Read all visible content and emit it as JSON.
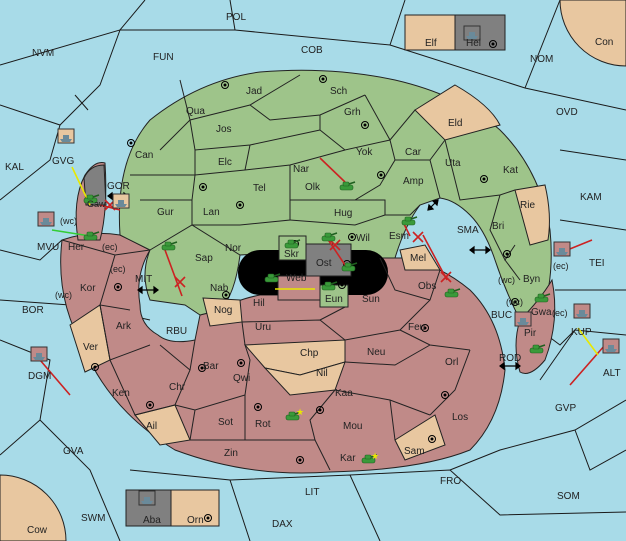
{
  "colors": {
    "sea": "#a8dbe8",
    "land_green": "#9ec48a",
    "land_red": "#c08a88",
    "land_tan": "#e8c7a0",
    "dark": "#000000",
    "gray": "#808080",
    "arrow_red": "#cc2222",
    "arrow_yellow": "#e8e800",
    "arrow_green": "#33cc33",
    "unit_green": "#3a9a3a",
    "fleet_gray": "#6a8a9a"
  },
  "sea_labels": {
    "pol": "POL",
    "fun": "FUN",
    "cob": "COB",
    "nvm": "NVM",
    "nom": "NOM",
    "ovd": "OVD",
    "kal": "KAL",
    "gor": "GOR",
    "kam": "KAM",
    "sma": "SMA",
    "tei": "TEI",
    "mvu": "MVU",
    "mit": "MIT",
    "bor": "BOR",
    "rbu": "RBU",
    "buc": "BUC",
    "kup": "KUP",
    "rod": "ROD",
    "alt": "ALT",
    "gvp": "GVP",
    "dgm": "DGM",
    "gva": "GVA",
    "fro": "FRO",
    "som": "SOM",
    "lit": "LIT",
    "swm": "SWM",
    "dax": "DAX"
  },
  "corner_labels": {
    "con": "Con",
    "cow": "Cow"
  },
  "island_labels": {
    "elf": "Elf",
    "hel": "Hel",
    "aba": "Aba",
    "orn": "Orn"
  },
  "green_labels": {
    "jad": "Jad",
    "sch": "Sch",
    "qua": "Qua",
    "jos": "Jos",
    "grh": "Grh",
    "can": "Can",
    "yok": "Yok",
    "car": "Car",
    "elc": "Elc",
    "nar": "Nar",
    "uta": "Uta",
    "kat": "Kat",
    "olk": "Olk",
    "amp": "Amp",
    "tel": "Tel",
    "gur": "Gur",
    "lan": "Lan",
    "hug": "Hug",
    "bri": "Bri",
    "wil": "Wil",
    "esm": "Esm",
    "nor": "Nor",
    "sap": "Sap",
    "skr": "Skr",
    "ost": "Ost",
    "byn": "Byn",
    "gwa": "Gwa",
    "gaw": "Gaw",
    "gvg": "GVG"
  },
  "tan_labels": {
    "eld": "Eld",
    "rie": "Rie",
    "mel": "Mel",
    "nog": "Nog",
    "chp": "Chp",
    "nil": "Nil",
    "ver": "Ver",
    "sam": "Sam",
    "ail": "Ail"
  },
  "red_labels": {
    "her": "Her",
    "kor": "Kor",
    "nab": "Nab",
    "hil": "Hil",
    "web": "Web",
    "eun": "Eun",
    "sun": "Sun",
    "obs": "Obs",
    "pir": "Pir",
    "ark": "Ark",
    "uru": "Uru",
    "feu": "Feu",
    "neu": "Neu",
    "orl": "Orl",
    "ken": "Ken",
    "chr": "Chr",
    "bar": "Bar",
    "qwi": "Qwi",
    "kaa": "Kaa",
    "sot": "Sot",
    "rot": "Rot",
    "mou": "Mou",
    "los": "Los",
    "zin": "Zin",
    "kar": "Kar"
  },
  "coast_tags": {
    "wc1": "(wc)",
    "ec1": "(ec)",
    "ec2": "(ec)",
    "wc2": "(wc)",
    "wc3": "(wc)",
    "ec3": "(ec)",
    "ec4": "(ec)",
    "wc4": "(wc)",
    "ec5": "(ec)"
  }
}
